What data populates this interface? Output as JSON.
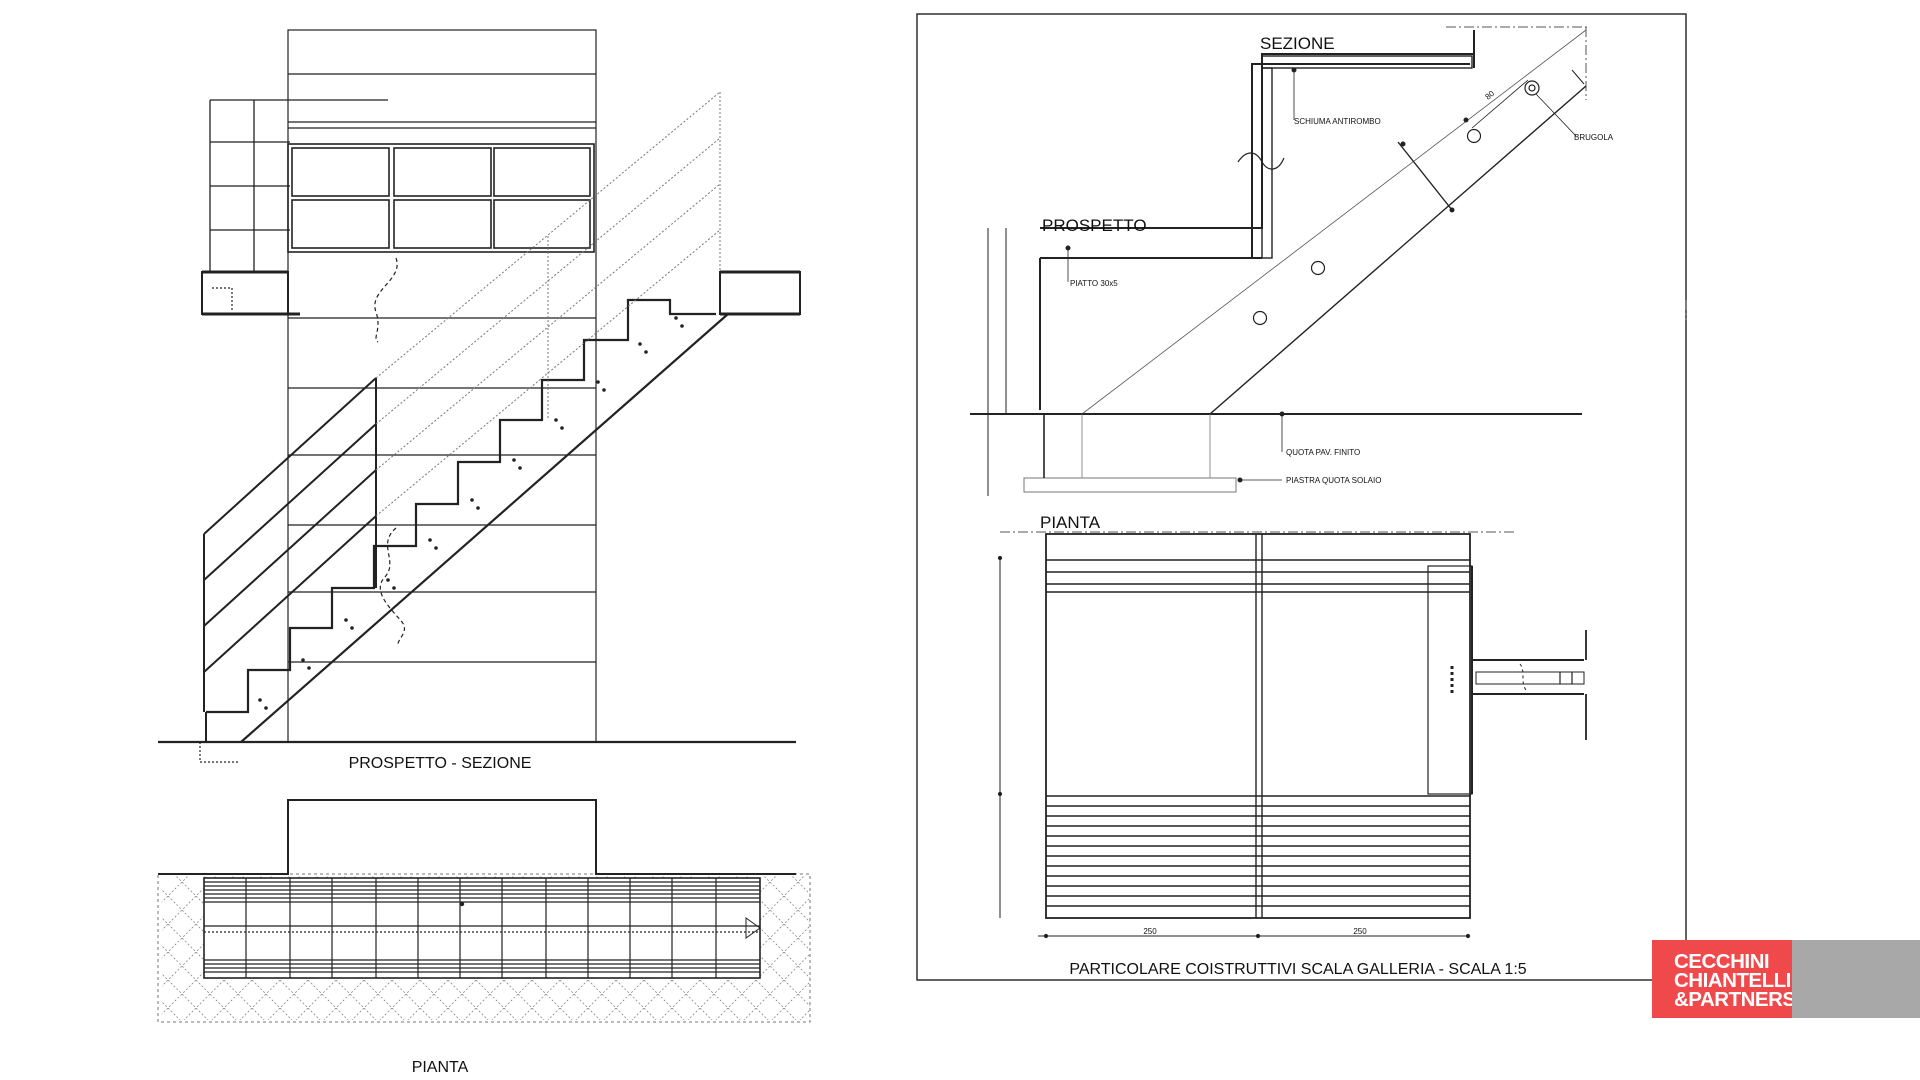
{
  "left_drawing": {
    "elevation_title": "PROSPETTO - SEZIONE",
    "plan_title": "PIANTA"
  },
  "right_drawing": {
    "section_title": "SEZIONE",
    "elevation_title": "PROSPETTO",
    "plan_title": "PIANTA",
    "labels": {
      "schiuma": "SCHIUMA ANTIROMBO",
      "brugola": "BRUGOLA",
      "dim_80": "80",
      "piatto": "PIATTO 30x5",
      "quota_pav": "QUOTA PAV. FINITO",
      "piastra": "PIASTRA QUOTA SOLAIO",
      "dim_250_left": "250",
      "dim_250_right": "250"
    },
    "caption": "PARTICOLARE COISTRUTTIVI SCALA  GALLERIA - SCALA 1:5"
  },
  "logo": {
    "line1": "CECCHINI",
    "line2": "CHIANTELLI",
    "line3": "&PARTNERS",
    "color": "#f0494c"
  }
}
